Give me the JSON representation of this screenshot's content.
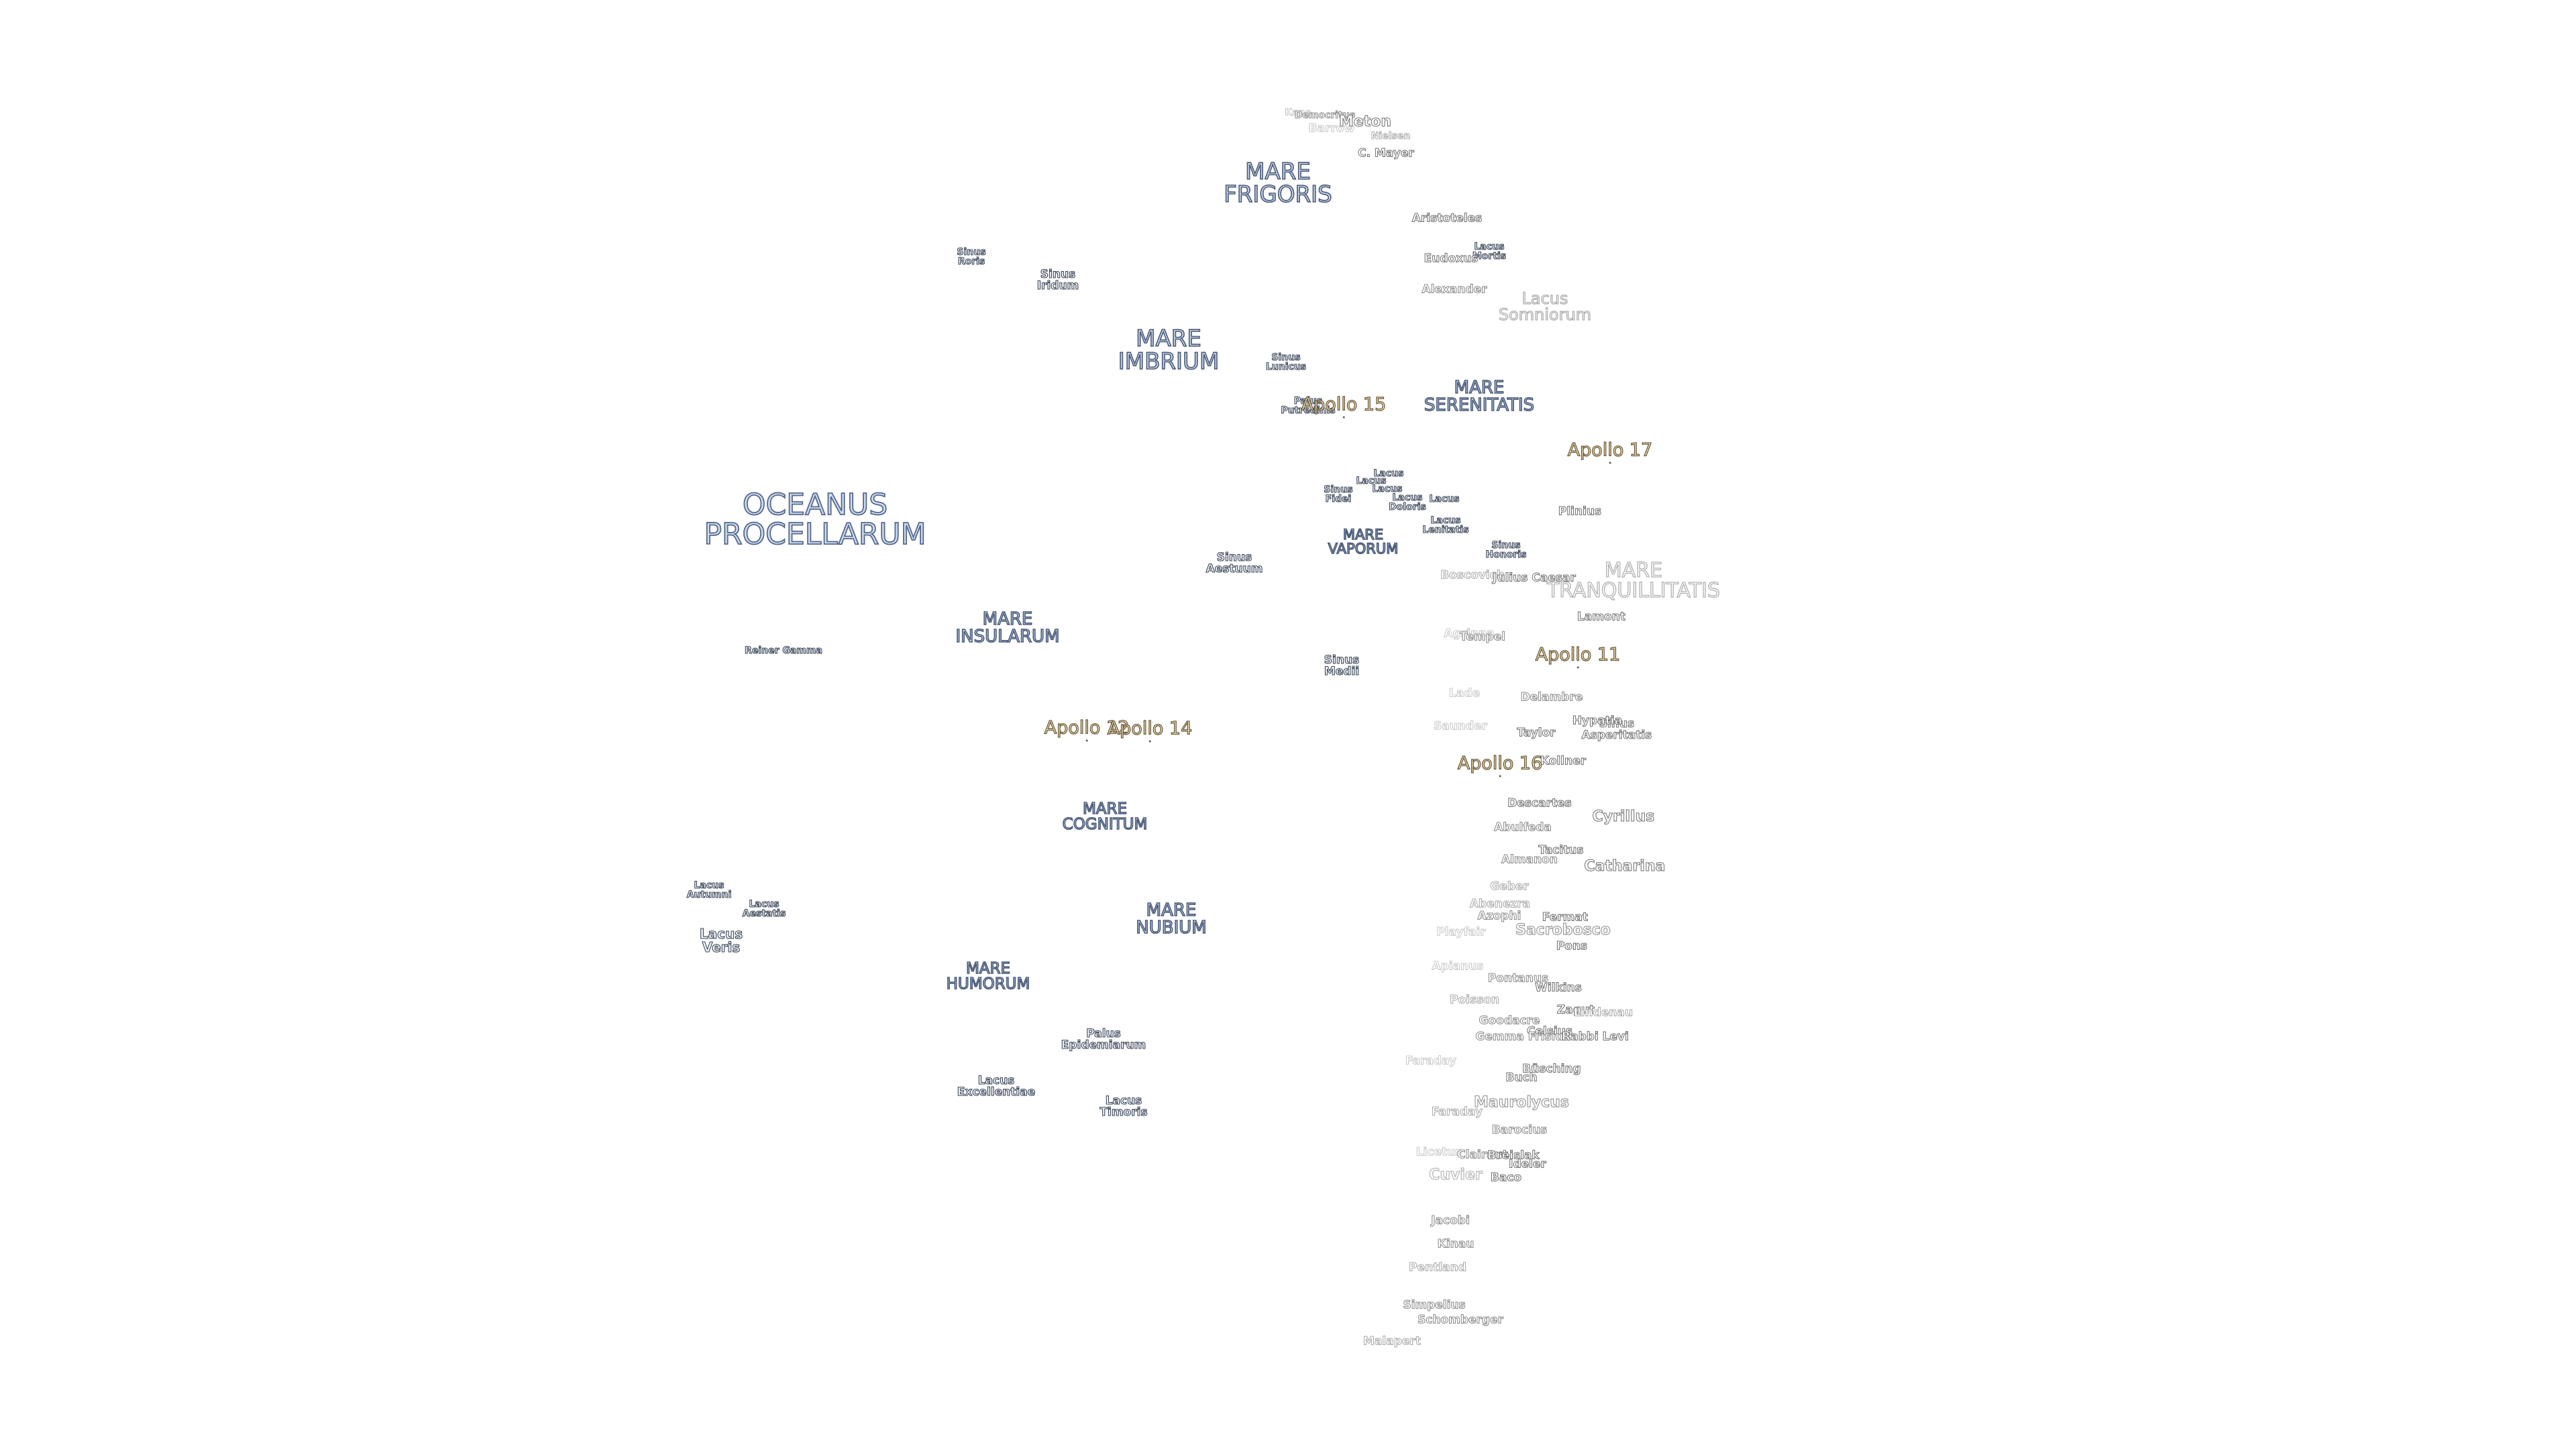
{
  "map": {
    "maria": {
      "oceanus_procellarum": "OCEANUS\nPROCELLARUM",
      "mare_frigoris": "MARE\nFRIGORIS",
      "mare_imbrium": "MARE\nIMBRIUM",
      "mare_serenitatis": "MARE\nSERENITATIS",
      "mare_insularum": "MARE\nINSULARUM",
      "mare_vaporum": "MARE\nVAPORUM",
      "mare_tranquillitatis": "MARE\nTRANQUILLITATIS",
      "mare_cognitum": "MARE\nCOGNITUM",
      "mare_nubium": "MARE\nNUBIUM",
      "mare_humorum": "MARE\nHUMORUM"
    },
    "features": {
      "sinus_roris": "Sinus\nRoris",
      "sinus_iridum": "Sinus\nIridum",
      "sinus_lunicus": "Sinus\nLunicus",
      "palus_putredinis": "Palus\nPutredinis",
      "lacus_mortis": "Lacus\nMortis",
      "lacus_somniorum": "Lacus\nSomniorum",
      "sinus_aestuum": "Sinus\nAestuum",
      "sinus_fidei": "Sinus\nFidei",
      "lacus_a": "Lacus",
      "lacus_b": "Lacus",
      "lacus_c": "Lacus",
      "lacus_doloris": "Lacus\nDoloris",
      "lacus_d": "Lacus",
      "lacus_lenitatis": "Lacus\nLenitatis",
      "sinus_honoris": "Sinus\nHonoris",
      "sinus_medii": "Sinus\nMedii",
      "sinus_asperitatis": "Sinus\nAsperitatis",
      "lacus_autumni": "Lacus\nAutumni",
      "lacus_aestatis": "Lacus\nAestatis",
      "lacus_veris": "Lacus\nVeris",
      "palus_epidemiarum": "Palus\nEpidemiarum",
      "lacus_excellentiae": "Lacus\nExcellentiae",
      "lacus_timoris": "Lacus\nTimoris"
    },
    "craters": {
      "meton": "Meton",
      "barrow": "Barrow",
      "kane": "Kane",
      "democritus": "Democritus",
      "nielsen": "Nielsen",
      "c_mayer": "C. Mayer",
      "aristoteles": "Aristoteles",
      "eudoxus": "Eudoxus",
      "alexander": "Alexander",
      "plinius": "Plinius",
      "boscovich": "Boscovich",
      "julius_caesar": "Julius Caesar",
      "lamont": "Lamont",
      "reiner_gamma": "Reiner Gamma",
      "agrippa": "Agrippa",
      "tempel": "Tempel",
      "lade": "Lade",
      "delambre": "Delambre",
      "saunder": "Saunder",
      "taylor": "Taylor",
      "hypatia": "Hypatia",
      "kollner": "Kollner",
      "descartes": "Descartes",
      "cyrillus": "Cyrillus",
      "abulfeda": "Abulfeda",
      "tacitus": "Tacitus",
      "almanon": "Almanon",
      "catharina": "Catharina",
      "geber": "Geber",
      "abenezra": "Abenezra",
      "azophi": "Azophi",
      "fermat": "Fermat",
      "sacrobosco": "Sacrobosco",
      "playfair": "Playfair",
      "pons": "Pons",
      "apianus": "Apianus",
      "pontanus": "Pontanus",
      "wilkins": "Wilkins",
      "poisson": "Poisson",
      "zagut": "Zagut",
      "lindenau": "Lindenau",
      "goodacre": "Goodacre",
      "celsius": "Celsius",
      "gemma_frisius": "Gemma Frisius",
      "rabbi_levi": "Rabbi Levi",
      "busching": "Büsching",
      "buch": "Buch",
      "faraday": "Faraday",
      "maurolycus": "Maurolycus",
      "barocius": "Barocius",
      "clairaut": "Clairaut",
      "breislak": "Breislak",
      "ideler": "Ideler",
      "licetus": "Licetus",
      "cuvier": "Cuvier",
      "baco": "Baco",
      "jacobi": "Jacobi",
      "kinau": "Kinau",
      "pentland": "Pentland",
      "simpelius": "Simpelius",
      "schomberger": "Schomberger",
      "malapert": "Malapert"
    },
    "apollo": {
      "apollo_11": "Apollo 11",
      "apollo_12": "Apollo 12",
      "apollo_14": "Apollo 14",
      "apollo_15": "Apollo 15",
      "apollo_16": "Apollo 16",
      "apollo_17": "Apollo 17"
    },
    "colors": {
      "background": "#ffffff",
      "mare_fill": "#c9d6ea",
      "mare_outline": "#4a5a78",
      "apollo_fill": "#f6e7c2",
      "apollo_outline": "#6b5a3a",
      "crater_outline": "#6e6e6e"
    }
  }
}
